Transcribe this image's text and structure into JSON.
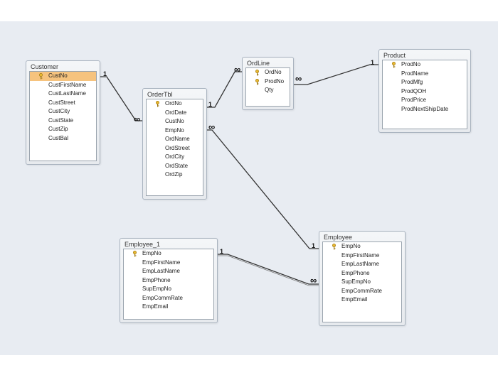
{
  "tables": {
    "customer": {
      "title": "Customer",
      "fields": [
        "CustNo",
        "CustFirstName",
        "CustLastName",
        "CustStreet",
        "CustCity",
        "CustState",
        "CustZip",
        "CustBal"
      ]
    },
    "ordertbl": {
      "title": "OrderTbl",
      "fields": [
        "OrdNo",
        "OrdDate",
        "CustNo",
        "EmpNo",
        "OrdName",
        "OrdStreet",
        "OrdCity",
        "OrdState",
        "OrdZip"
      ]
    },
    "ordline": {
      "title": "OrdLine",
      "fields": [
        "OrdNo",
        "ProdNo",
        "Qty"
      ]
    },
    "product": {
      "title": "Product",
      "fields": [
        "ProdNo",
        "ProdName",
        "ProdMfg",
        "ProdQOH",
        "ProdPrice",
        "ProdNextShipDate"
      ]
    },
    "employee1": {
      "title": "Employee_1",
      "fields": [
        "EmpNo",
        "EmpFirstName",
        "EmpLastName",
        "EmpPhone",
        "SupEmpNo",
        "EmpCommRate",
        "EmpEmail"
      ]
    },
    "employee": {
      "title": "Employee",
      "fields": [
        "EmpNo",
        "EmpFirstName",
        "EmpLastName",
        "EmpPhone",
        "SupEmpNo",
        "EmpCommRate",
        "EmpEmail"
      ]
    }
  },
  "cardinality": {
    "one": "1",
    "many": "∞"
  }
}
